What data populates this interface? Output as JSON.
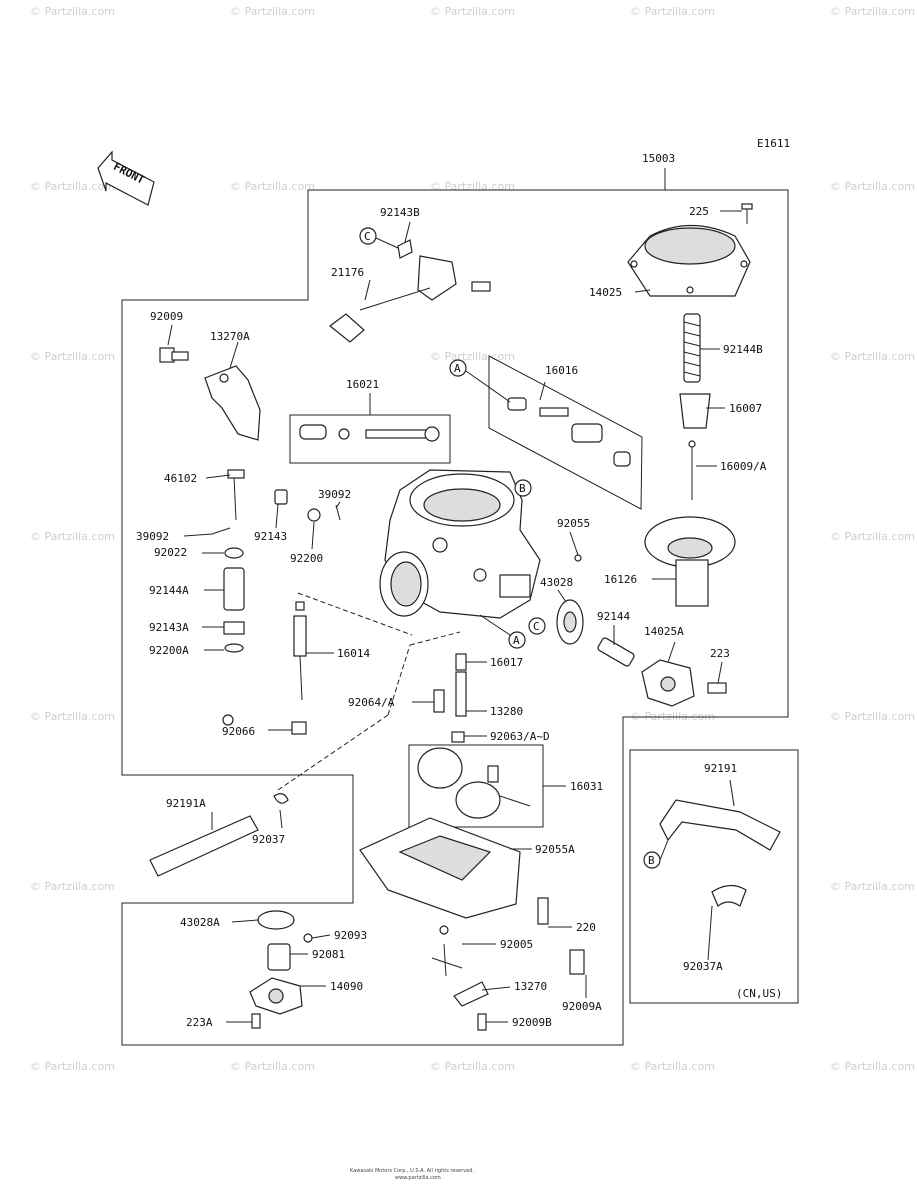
{
  "diagram_code": "E1611",
  "front_label": "FRONT",
  "watermark": "© Partzilla.com",
  "region_note": "(CN,US)",
  "markers": {
    "a": "A",
    "b": "B",
    "c": "C"
  },
  "parts": {
    "p15003": "15003",
    "p225": "225",
    "p14025": "14025",
    "p92144B": "92144B",
    "p16007": "16007",
    "p16009A": "16009/A",
    "p16126": "16126",
    "p14025A": "14025A",
    "p223": "223",
    "p92144": "92144",
    "p43028": "43028",
    "p92055": "92055",
    "p92143B": "92143B",
    "p21176": "21176",
    "p16016": "16016",
    "p92009": "92009",
    "p13270A": "13270A",
    "p16021": "16021",
    "p46102": "46102",
    "p39092a": "39092",
    "p39092b": "39092",
    "p92143": "92143",
    "p92200": "92200",
    "p92022": "92022",
    "p92144A": "92144A",
    "p92143A": "92143A",
    "p92200A": "92200A",
    "p16014": "16014",
    "p92066": "92066",
    "p16017": "16017",
    "p92064A": "92064/A",
    "p13280": "13280",
    "p92063": "92063/A~D",
    "p16031": "16031",
    "p92191A": "92191A",
    "p92037": "92037",
    "p92055A": "92055A",
    "p220": "220",
    "p92005": "92005",
    "p13270": "13270",
    "p92009A": "92009A",
    "p92009B": "92009B",
    "p43028A": "43028A",
    "p92093": "92093",
    "p92081": "92081",
    "p14090": "14090",
    "p223A": "223A",
    "p92191": "92191",
    "p92037A": "92037A"
  },
  "footer": {
    "line1": "Kawasaki Motors Corp., U.S.A. All rights reserved.",
    "line2": "www.partzilla.com"
  }
}
